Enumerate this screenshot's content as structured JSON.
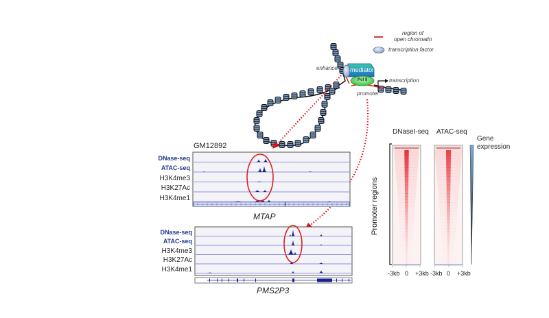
{
  "legend": {
    "open_chromatin": "region of\nopen chromatin",
    "open_chromatin_line1": "region of",
    "open_chromatin_line2": "open chromatin",
    "transcription_factor": "transcription factor",
    "open_chromatin_color": "#e02020",
    "tf_color": "#a8c0e0"
  },
  "diagram": {
    "enhancer": "enhancer",
    "mediator": "mediator",
    "polii": "Pol II",
    "transcription": "transcription",
    "promoter": "promoter",
    "mediator_color": "#1fa0c8",
    "polii_color": "#70e070",
    "arrow_color": "#e01010"
  },
  "browser1": {
    "cell_line": "GM12892",
    "gene": "MTAP",
    "tracks": [
      {
        "label": "DNase-seq",
        "style": "blue"
      },
      {
        "label": "ATAC-seq",
        "style": "blue"
      },
      {
        "label": "H3K4me3",
        "style": "black"
      },
      {
        "label": "H3K27Ac",
        "style": "black"
      },
      {
        "label": "H3K4me1",
        "style": "black"
      }
    ]
  },
  "browser2": {
    "gene": "PMS2P3",
    "tracks": [
      {
        "label": "DNase-seq",
        "style": "blue"
      },
      {
        "label": "ATAC-seq",
        "style": "blue"
      },
      {
        "label": "H3K4me3",
        "style": "black"
      },
      {
        "label": "H3K27Ac",
        "style": "black"
      },
      {
        "label": "H3K4me1",
        "style": "black"
      }
    ]
  },
  "heatmaps": {
    "ylabel": "Promoter regions",
    "panels": [
      {
        "title": "DNaseI-seq",
        "ticks": [
          "-3kb",
          "0",
          "+3kb"
        ]
      },
      {
        "title": "ATAC-seq",
        "ticks": [
          "-3kb",
          "0",
          "+3kb"
        ]
      }
    ],
    "gene_expression_line1": "Gene",
    "gene_expression_line2": "expression",
    "heat_color": "#e8202a",
    "expression_gradient": [
      "#7fa8d8",
      "#000000"
    ]
  }
}
